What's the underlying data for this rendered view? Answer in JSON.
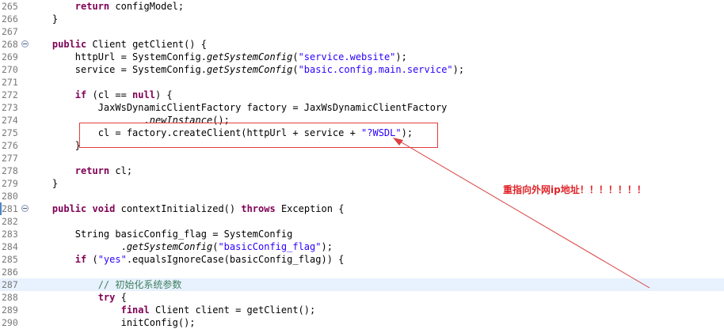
{
  "editor": {
    "lines": [
      {
        "num": "265",
        "code": "        return configModel;"
      },
      {
        "num": "266",
        "code": "    }"
      },
      {
        "num": "267",
        "code": ""
      },
      {
        "num": "268",
        "code": "    public Client getClient() {"
      },
      {
        "num": "269",
        "code": "        httpUrl = SystemConfig.getSystemConfig(\"service.website\");"
      },
      {
        "num": "270",
        "code": "        service = SystemConfig.getSystemConfig(\"basic.config.main.service\");"
      },
      {
        "num": "271",
        "code": ""
      },
      {
        "num": "272",
        "code": "        if (cl == null) {"
      },
      {
        "num": "273",
        "code": "            JaxWsDynamicClientFactory factory = JaxWsDynamicClientFactory"
      },
      {
        "num": "274",
        "code": "                    .newInstance();"
      },
      {
        "num": "275",
        "code": "            cl = factory.createClient(httpUrl + service + \"?WSDL\");"
      },
      {
        "num": "276",
        "code": "        }"
      },
      {
        "num": "277",
        "code": ""
      },
      {
        "num": "278",
        "code": "        return cl;"
      },
      {
        "num": "279",
        "code": "    }"
      },
      {
        "num": "280",
        "code": ""
      },
      {
        "num": "281",
        "code": "    public void contextInitialized() throws Exception {"
      },
      {
        "num": "282",
        "code": ""
      },
      {
        "num": "283",
        "code": "        String basicConfig_flag = SystemConfig"
      },
      {
        "num": "284",
        "code": "                .getSystemConfig(\"basicConfig_flag\");"
      },
      {
        "num": "285",
        "code": "        if (\"yes\".equalsIgnoreCase(basicConfig_flag)) {"
      },
      {
        "num": "286",
        "code": ""
      },
      {
        "num": "287",
        "code": "            // 初始化系统参数"
      },
      {
        "num": "288",
        "code": "            try {"
      },
      {
        "num": "289",
        "code": "                final Client client = getClient();"
      },
      {
        "num": "290",
        "code": "                initConfig();"
      }
    ]
  },
  "annotation": {
    "text": "重指向外网ip地址！！！！！！！",
    "color": "#e0252a"
  },
  "colors": {
    "keyword": "#7f0055",
    "string": "#2a00ff",
    "comment": "#3f7f5f",
    "current_line": "#e8f2fe"
  }
}
